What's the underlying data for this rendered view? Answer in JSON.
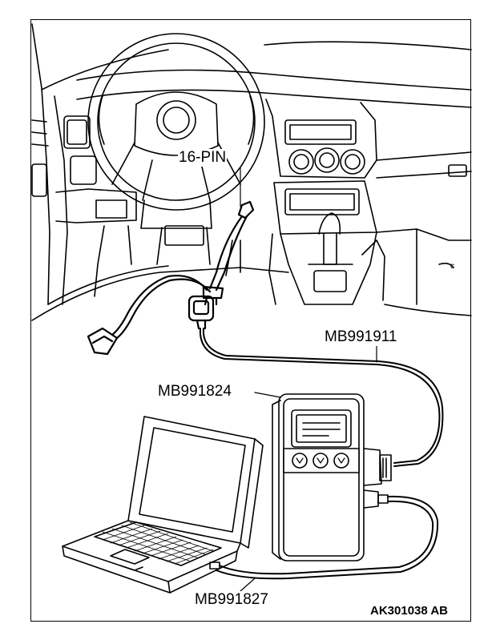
{
  "diagram": {
    "labels": {
      "pin_connector": "16-PIN",
      "cable_main": "MB991911",
      "interface_box": "MB991824",
      "usb_cable": "MB991827"
    },
    "figure_id": "AK301038 AB",
    "colors": {
      "line": "#000000",
      "background": "#ffffff"
    }
  }
}
